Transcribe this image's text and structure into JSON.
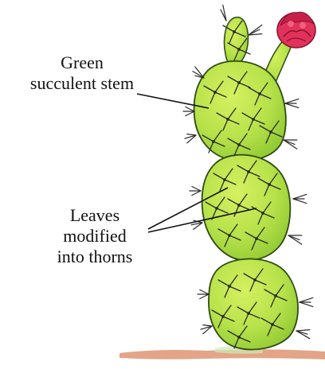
{
  "labels": {
    "stem_line1": "Green",
    "stem_line2": "succulent stem",
    "leaves_line1": "Leaves",
    "leaves_line2": "modified",
    "leaves_line3": "into thorns"
  },
  "colors": {
    "pad_fill": "#b7e24a",
    "pad_shade": "#8fc73a",
    "pad_outline": "#2f4a12",
    "thorn": "#2b2b2b",
    "flower": "#e0325a",
    "flower_dark": "#a8163c",
    "ground": "#e3a488",
    "pointer_line": "#111111"
  }
}
